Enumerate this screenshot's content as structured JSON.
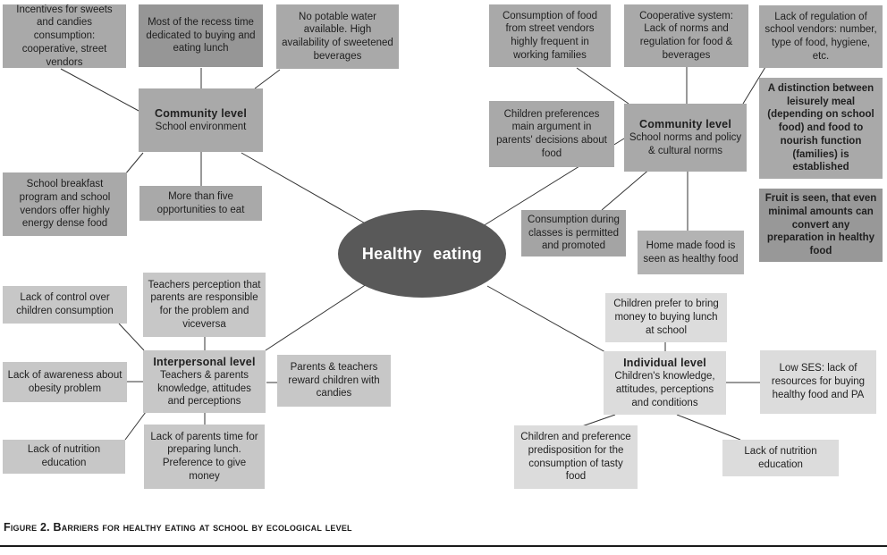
{
  "title": "Healthy eating",
  "caption": "Figure 2. Barriers for healthy eating at school by ecological level",
  "colors": {
    "ellipse_bg": "#595959",
    "box_mid_gray": "#a9a9a9",
    "box_dark_gray": "#969696",
    "box_bold_dark_gray": "#989898",
    "box_light_gray": "#c7c7c7",
    "box_lighter_gray": "#dcdcdc",
    "connector_line": "#333333"
  },
  "hubs": {
    "community_school_environment": {
      "title": "Community level",
      "subtitle": "School environment"
    },
    "community_norms": {
      "title": "Community level",
      "subtitle": "School norms and policy & cultural norms"
    },
    "interpersonal": {
      "title": "Interpersonal level",
      "subtitle": "Teachers & parents knowledge, attitudes and perceptions"
    },
    "individual": {
      "title": "Individual level",
      "subtitle": "Children's knowledge, attitudes, perceptions and conditions"
    }
  },
  "nodes": {
    "incentives": "Incentives for sweets and candies consumption: cooperative, street vendors",
    "recess": "Most of the recess time dedicated to buying and eating lunch",
    "no_potable_water": "No potable water available. High availability of sweetened beverages",
    "school_breakfast": "School breakfast program and school vendors offer highly energy dense food",
    "more_than_five": "More than five opportunities to eat",
    "consumption_street_vendors": "Consumption of food from street vendors highly frequent in working families",
    "cooperative_system": "Cooperative system: Lack of norms and regulation for food & beverages",
    "lack_regulation_vendors": "Lack of regulation of school vendors: number, type of food, hygiene, etc.",
    "children_preferences": "Children preferences main argument in parents' decisions about food",
    "distinction_meal": "A distinction between leisurely meal (depending on school food) and food to nourish function (families) is established",
    "fruit_seen": "Fruit is seen, that even minimal amounts can convert any preparation in healthy food",
    "consumption_during_classes": "Consumption during classes is permitted and promoted",
    "home_made_food": "Home made food is seen as healthy food",
    "lack_control": "Lack of control over children consumption",
    "teachers_perception": "Teachers perception that parents are responsible for the problem and viceversa",
    "lack_awareness": "Lack of awareness about obesity problem",
    "parents_reward": "Parents & teachers reward children with candies",
    "lack_nutrition_left": "Lack of nutrition education",
    "lack_parents_time": "Lack of parents time for preparing lunch. Preference to give money",
    "children_prefer_money": "Children prefer to bring money to buying lunch at school",
    "low_ses": "Low SES: lack of resources for buying healthy food and PA",
    "children_tasty_food": "Children and preference predisposition for the consumption of tasty food",
    "lack_nutrition_right": "Lack of nutrition education"
  }
}
